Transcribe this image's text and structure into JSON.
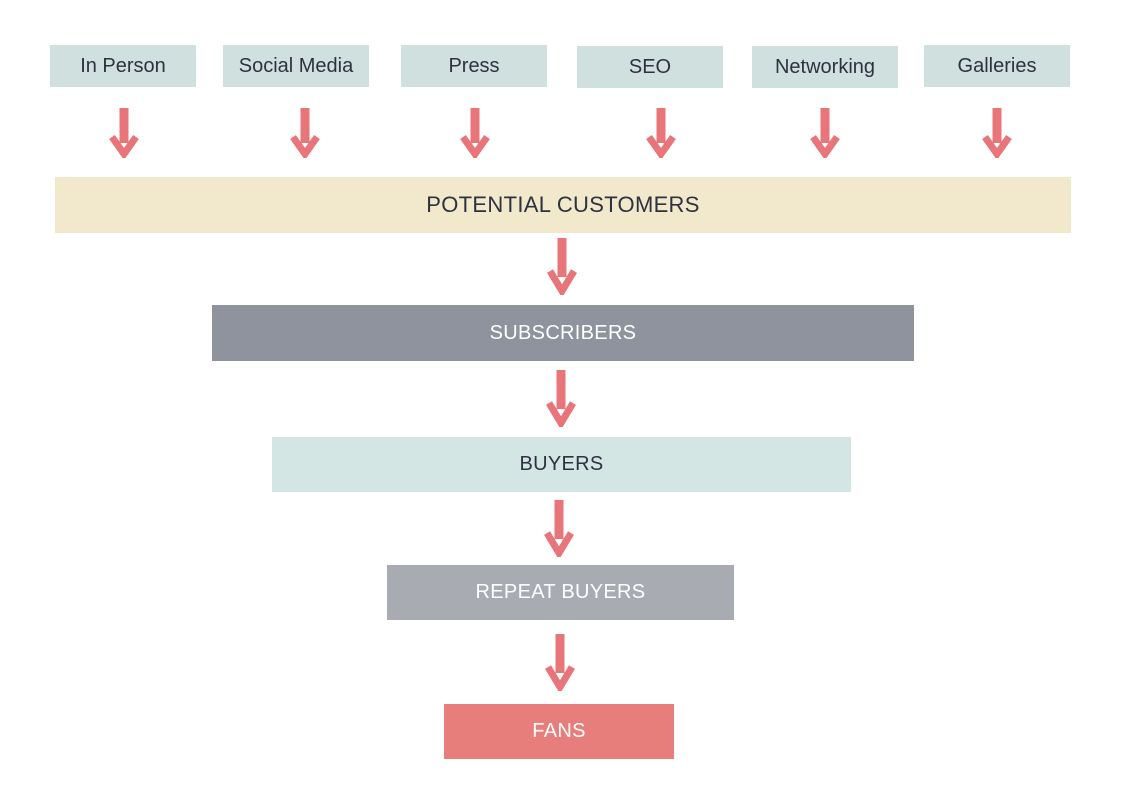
{
  "sources": [
    {
      "label": "In Person"
    },
    {
      "label": "Social Media"
    },
    {
      "label": "Press"
    },
    {
      "label": "SEO"
    },
    {
      "label": "Networking"
    },
    {
      "label": "Galleries"
    }
  ],
  "stages": [
    {
      "label": "POTENTIAL CUSTOMERS",
      "background": "#f2e9cd",
      "text_color": "#2e3140"
    },
    {
      "label": "SUBSCRIBERS",
      "background": "#8e939e",
      "text_color": "#ffffff"
    },
    {
      "label": "BUYERS",
      "background": "#d3e6e3",
      "text_color": "#2e3140"
    },
    {
      "label": "REPEAT BUYERS",
      "background": "#a9abb3",
      "text_color": "#ffffff"
    },
    {
      "label": "FANS",
      "background": "#e77e7b",
      "text_color": "#ffffff"
    }
  ],
  "colors": {
    "source_box": "#cfe0df",
    "arrow": "#e8757a"
  },
  "icons": {
    "arrow": "arrow-down-icon"
  }
}
